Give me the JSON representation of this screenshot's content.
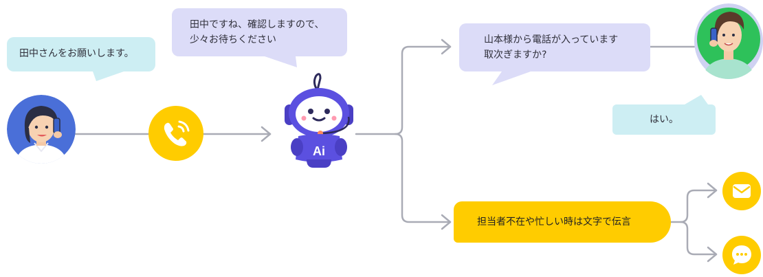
{
  "bubbles": {
    "customer_request": "田中さんをお願いします。",
    "ai_reply_line1": "田中ですね、確認しますので、",
    "ai_reply_line2": "少々お待ちください",
    "staff_query_line1": "山本様から電話が入っています",
    "staff_query_line2": "取次ぎますか?",
    "staff_answer": "はい。",
    "fallback_message": "担当者不在や忙しい時は文字で伝言"
  },
  "robot": {
    "badge": "Ai"
  },
  "icons": {
    "caller": "woman-caller-avatar",
    "phone": "phone-ringing-icon",
    "robot": "ai-robot-icon",
    "staff": "man-phone-avatar",
    "mail": "mail-icon",
    "chat": "chat-icon"
  },
  "colors": {
    "accent_yellow": "#ffcc00",
    "bubble_cyan": "#cdeef3",
    "bubble_lavender": "#dcdcf8",
    "robot_purple": "#5b50e0",
    "line_gray": "#a9abb5"
  }
}
